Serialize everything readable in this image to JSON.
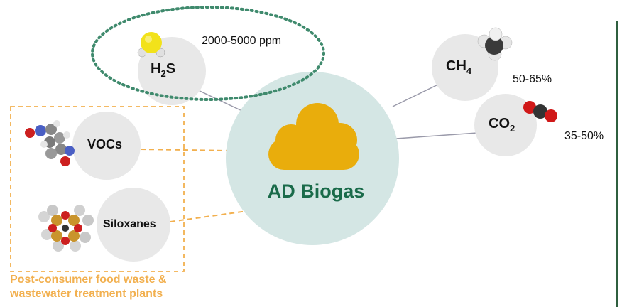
{
  "center": {
    "label": "AD Biogas"
  },
  "h2s": {
    "main": "H",
    "sub": "2",
    "tail": "S",
    "concentration": "2000-5000 ppm"
  },
  "ch4": {
    "main": "CH",
    "sub": "4",
    "concentration": "50-65%"
  },
  "co2": {
    "main": "CO",
    "sub": "2",
    "concentration": "35-50%"
  },
  "vocs": {
    "label": "VOCs"
  },
  "siloxanes": {
    "label": "Siloxanes"
  },
  "source_caption": {
    "line1": "Post-consumer food waste &",
    "line2": "wastewater treatment plants"
  },
  "colors": {
    "bubble": "#e8e8e8",
    "center_circle": "#d4e6e4",
    "cloud": "#e9ad0c",
    "title": "#1a6b4a",
    "dashed_ellipse": "#3f8a6d",
    "orange": "#f2b04f"
  }
}
